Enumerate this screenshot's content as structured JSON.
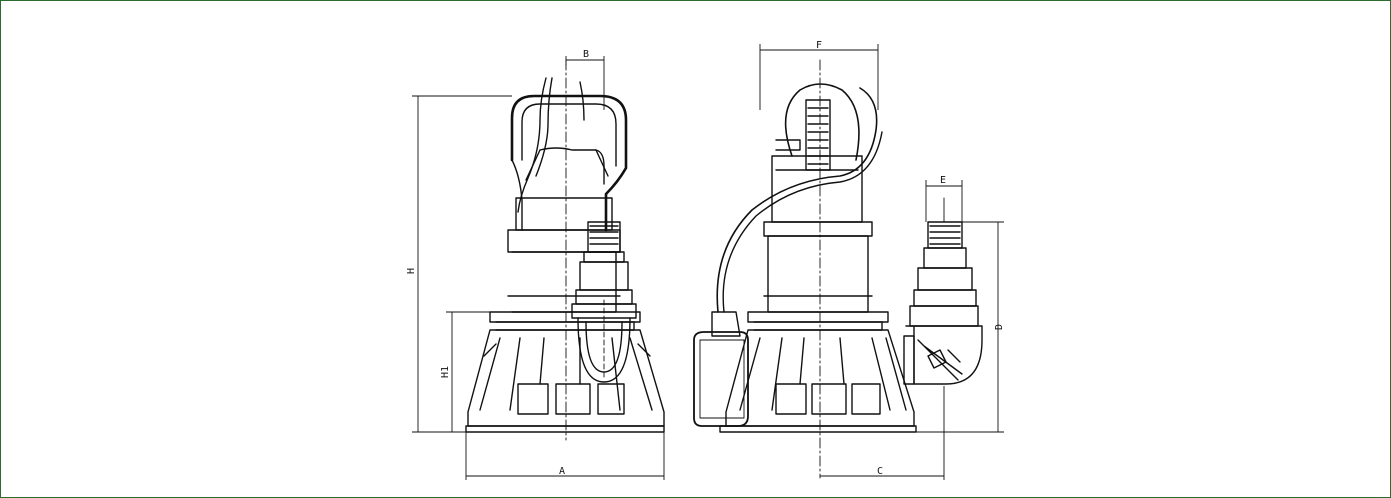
{
  "diagram": {
    "frame_color": "#2e6b2e",
    "line_color": "#111111",
    "labels": {
      "A": "A",
      "B": "B",
      "C": "C",
      "D": "D",
      "E": "E",
      "F": "F",
      "H": "H",
      "H1": "H1"
    }
  }
}
